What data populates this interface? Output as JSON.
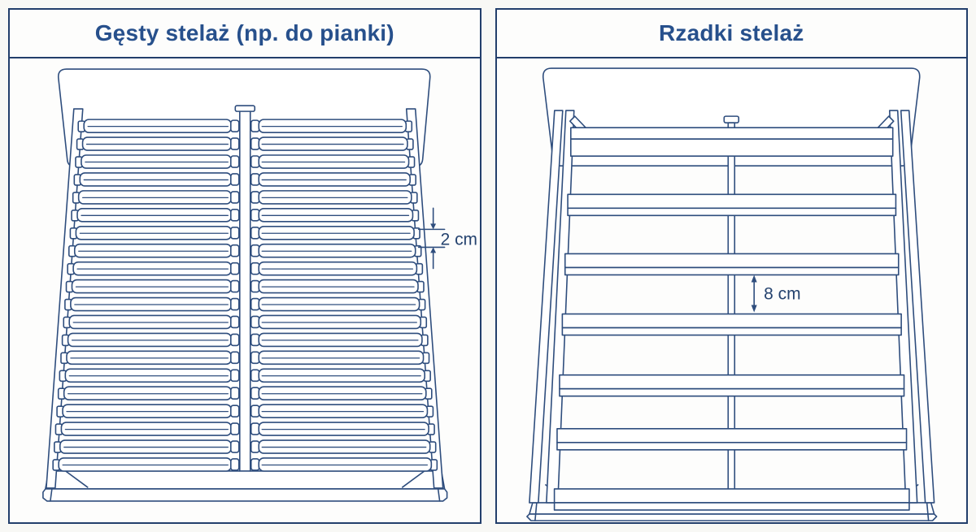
{
  "page": {
    "background": "#f8f8f5"
  },
  "colors": {
    "line": "#2e4d7d",
    "panel_border": "#223e6b",
    "title_text": "#27508c",
    "annotation_text": "#25436f",
    "panel_background": "#fdfdfc",
    "slat_fill": "#ffffff"
  },
  "panels": [
    {
      "id": "dense",
      "title": "Gęsty stelaż (np. do pianki)",
      "slat_pairs": 20,
      "gap_label": "2 cm",
      "gap_cm": 2
    },
    {
      "id": "sparse",
      "title": "Rzadki stelaż",
      "slat_count": 7,
      "gap_label": "8 cm",
      "gap_cm": 8
    }
  ]
}
